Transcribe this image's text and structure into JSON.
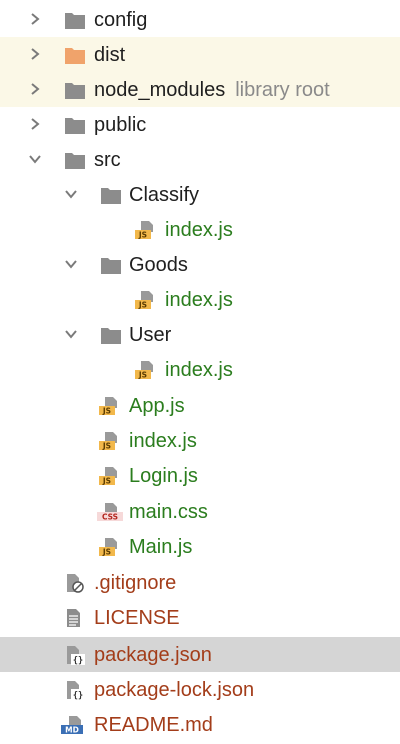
{
  "colors": {
    "folder": "#8c8c8c",
    "folder_excluded": "#f0a36b",
    "highlight_bg": "#fbf8e7",
    "selected_bg": "#d5d5d5",
    "text_default": "#1f1f1f",
    "text_added": "#2b7d1e",
    "text_untracked": "#a33d1a"
  },
  "tree": {
    "config": {
      "label": "config",
      "icon": "folder-icon",
      "expanded": false
    },
    "dist": {
      "label": "dist",
      "icon": "folder-excluded-icon",
      "expanded": false
    },
    "node_modules": {
      "label": "node_modules",
      "hint": "library root",
      "icon": "folder-icon",
      "expanded": false
    },
    "public": {
      "label": "public",
      "icon": "folder-icon",
      "expanded": false
    },
    "src": {
      "label": "src",
      "icon": "folder-icon",
      "expanded": true,
      "classify": {
        "label": "Classify",
        "expanded": true,
        "index": "index.js"
      },
      "goods": {
        "label": "Goods",
        "expanded": true,
        "index": "index.js"
      },
      "user": {
        "label": "User",
        "expanded": true,
        "index": "index.js"
      },
      "files": {
        "app": {
          "label": "App.js",
          "icon": "js-file-icon"
        },
        "index": {
          "label": "index.js",
          "icon": "js-file-icon"
        },
        "login": {
          "label": "Login.js",
          "icon": "js-file-icon"
        },
        "main_css": {
          "label": "main.css",
          "icon": "css-file-icon"
        },
        "main_js": {
          "label": "Main.js",
          "icon": "js-file-icon"
        }
      }
    },
    "gitignore": {
      "label": ".gitignore",
      "icon": "gitignore-file-icon"
    },
    "license": {
      "label": "LICENSE",
      "icon": "text-file-icon"
    },
    "package_json": {
      "label": "package.json",
      "icon": "json-file-icon",
      "selected": true
    },
    "package_lock": {
      "label": "package-lock.json",
      "icon": "json-file-icon"
    },
    "readme": {
      "label": "README.md",
      "icon": "markdown-file-icon"
    }
  }
}
